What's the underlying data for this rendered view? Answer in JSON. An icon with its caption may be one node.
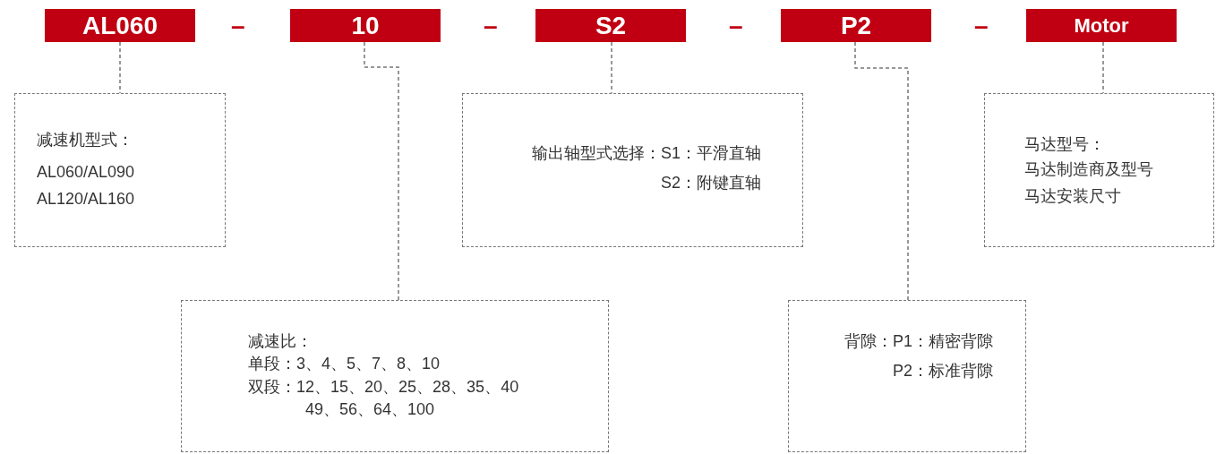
{
  "diagram": {
    "nodes": [
      {
        "text": [
          "AL060"
        ]
      },
      {
        "text": [
          "10"
        ]
      },
      {
        "text": [
          "S2"
        ]
      },
      {
        "text": [
          "P2"
        ]
      },
      {
        "text": [
          "Motor"
        ]
      },
      {
        "text": [
          "减速机型式：",
          "AL060/AL090",
          "AL120/AL160"
        ]
      },
      {
        "text": [
          "输出轴型式选择：S1：平滑直轴",
          "S2：附键直轴"
        ]
      },
      {
        "text": [
          "马达型号：",
          "马达制造商及型号",
          "马达安装尺寸"
        ]
      },
      {
        "text": [
          "减速比：",
          "单段：3、4、5、7、8、10",
          "双段：12、15、20、25、28、35、40",
          "49、56、64、100"
        ]
      },
      {
        "text": [
          "背隙：P1：精密背隙",
          "P2：标准背隙"
        ]
      }
    ],
    "edges": [
      {
        "from": 0,
        "to": 5,
        "arrow": "none",
        "style": "dashed"
      },
      {
        "from": 1,
        "to": 8,
        "arrow": "none",
        "style": "dashed"
      },
      {
        "from": 2,
        "to": 6,
        "arrow": "none",
        "style": "dashed"
      },
      {
        "from": 3,
        "to": 9,
        "arrow": "none",
        "style": "dashed"
      },
      {
        "from": 4,
        "to": 7,
        "arrow": "none",
        "style": "dashed"
      }
    ],
    "labels": [
      "–",
      "–",
      "–",
      "–"
    ]
  }
}
